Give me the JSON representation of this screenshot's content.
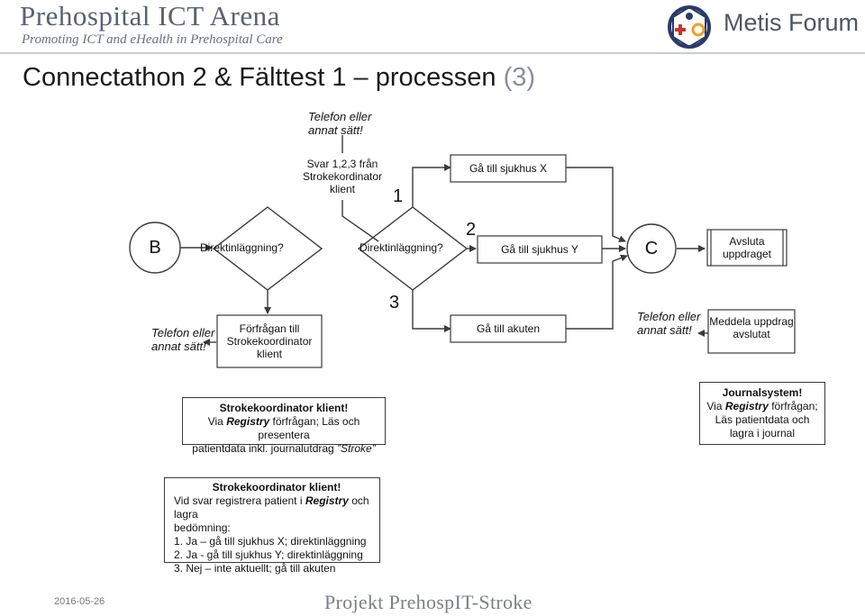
{
  "header": {
    "brand_title": "Prehospital ICT Arena",
    "brand_subtitle": "Promoting ICT and eHealth in Prehospital Care",
    "logo_text": "Metis Forum"
  },
  "title": {
    "main": "Connectathon 2 & Fälttest 1 – processen",
    "number": "(3)"
  },
  "diagram": {
    "telefon_top": [
      "Telefon eller",
      "annat sätt!"
    ],
    "svar": [
      "Svar 1,2,3 från",
      "Strokekordinator",
      "klient"
    ],
    "label_1": "1",
    "label_2": "2",
    "label_3": "3",
    "node_b": "B",
    "node_c": "C",
    "decision_1": "Direktinläggning?",
    "decision_2": "Direktinläggning?",
    "go_x": "Gå till sjukhus X",
    "go_y": "Gå till sjukhus Y",
    "go_akuten": "Gå till akuten",
    "avsluta": [
      "Avsluta",
      "uppdraget"
    ],
    "telefon_left": [
      "Telefon eller",
      "annat sätt!"
    ],
    "forfragan": [
      "Förfrågan till",
      "Strokekoordinator",
      "klient"
    ],
    "telefon_right": [
      "Telefon eller",
      "annat sätt!"
    ],
    "meddela": [
      "Meddela uppdrag",
      "avslutat"
    ],
    "box_stroke": {
      "heading": "Strokekoordinator klient!",
      "line1_pre": "Via ",
      "line1_em": "Registry",
      "line1_post": " förfrågan; Läs och presentera",
      "line2_pre": "patientdata inkl. journalutdrag ",
      "line2_em": "”Stroke”"
    },
    "box_journal": {
      "heading": "Journalsystem!",
      "line1_pre": "Via ",
      "line1_em": "Registry",
      "line1_post": " förfrågan;",
      "line2": "Läs patientdata och",
      "line3": "lagra i journal"
    },
    "box_svar": {
      "heading": "Strokekoordinator klient!",
      "line1_pre": "Vid svar registrera patient i ",
      "line1_em": "Registry",
      "line1_post": " och lagra",
      "line2": "bedömning:",
      "line3": "1. Ja – gå till sjukhus X; direktinläggning",
      "line4": "2. Ja - gå till sjukhus Y; direktinläggning",
      "line5": "3. Nej – inte aktuellt; gå till akuten"
    }
  },
  "footer": {
    "date": "2016-05-26",
    "project": "Projekt PrehospIT-Stroke"
  },
  "colors": {
    "brand": "#5a6170",
    "line": "#3a3a3a",
    "logo_red": "#c0392b",
    "logo_orange": "#f0a020",
    "logo_navy": "#2a3a6a"
  }
}
